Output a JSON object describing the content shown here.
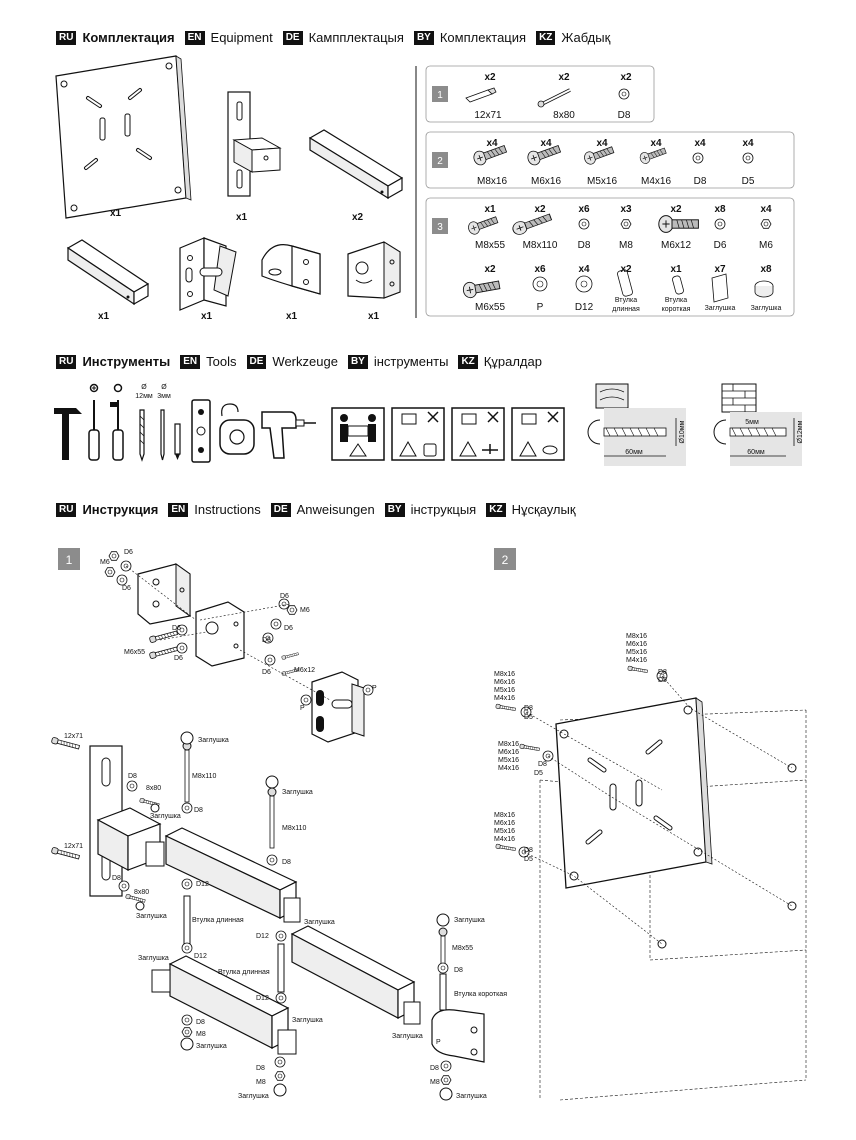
{
  "headers": {
    "equipment": [
      {
        "tag": "RU",
        "text": "Комплектация",
        "bold": true
      },
      {
        "tag": "EN",
        "text": "Equipment"
      },
      {
        "tag": "DE",
        "text": "Кампплектацыя"
      },
      {
        "tag": "BY",
        "text": "Комплектация"
      },
      {
        "tag": "KZ",
        "text": "Жабдық"
      }
    ],
    "tools": [
      {
        "tag": "RU",
        "text": "Инструменты",
        "bold": true
      },
      {
        "tag": "EN",
        "text": "Tools"
      },
      {
        "tag": "DE",
        "text": "Werkzeuge"
      },
      {
        "tag": "BY",
        "text": "інструменты"
      },
      {
        "tag": "KZ",
        "text": "Құралдар"
      }
    ],
    "instructions": [
      {
        "tag": "RU",
        "text": "Инструкция",
        "bold": true
      },
      {
        "tag": "EN",
        "text": "Instructions"
      },
      {
        "tag": "DE",
        "text": "Anweisungen"
      },
      {
        "tag": "BY",
        "text": "інструкцыя"
      },
      {
        "tag": "KZ",
        "text": "Нұсқаулық"
      }
    ]
  },
  "parts": {
    "plate_qty": "x1",
    "arm_bracket_qty": "x1",
    "long_tube_qty": "x2",
    "short_tube_qty": "x1",
    "bracket_a_qty": "x1",
    "bracket_b_qty": "x1",
    "bracket_c_qty": "x1"
  },
  "kits": {
    "k1": {
      "num": "1",
      "qty": [
        "x2",
        "x2",
        "x2"
      ],
      "names": [
        "12x71",
        "8x80",
        "D8"
      ]
    },
    "k2": {
      "num": "2",
      "qty": [
        "x4",
        "x4",
        "x4",
        "x4",
        "x4",
        "x4"
      ],
      "names": [
        "M8x16",
        "M6x16",
        "M5x16",
        "M4x16",
        "D8",
        "D5"
      ]
    },
    "k3a": {
      "num": "3",
      "qty": [
        "x1",
        "x2",
        "x6",
        "x3",
        "x2",
        "x8",
        "x4"
      ],
      "names": [
        "M8x55",
        "M8x110",
        "D8",
        "M8",
        "M6x12",
        "D6",
        "M6"
      ]
    },
    "k3b": {
      "qty": [
        "x2",
        "x6",
        "x4",
        "x2",
        "x1",
        "x7",
        "x8"
      ],
      "names": [
        "M6x55",
        "P",
        "D12",
        "Втулка",
        "Втулка",
        "Заглушка",
        "Заглушка"
      ],
      "names2": [
        "",
        "",
        "",
        "длинная",
        "короткая",
        "",
        ""
      ]
    }
  },
  "tools_row": {
    "drill_sizes": [
      "Ø",
      "Ø"
    ],
    "drill_mm": [
      "12мм",
      "3мм"
    ],
    "wood_dims": [
      "60мм",
      "Ø10мм"
    ],
    "brick_dims": [
      "5мм",
      "60мм",
      "Ø12мм"
    ]
  },
  "step1": {
    "num": "1",
    "labels": {
      "d6": "D6",
      "m6": "M6",
      "m6x55": "M6x55",
      "m6x12": "M6x12",
      "p": "P",
      "s12x71": "12x71",
      "d8": "D8",
      "s8x80": "8x80",
      "plug": "Заглушка",
      "m8x110": "M8x110",
      "d12": "D12",
      "long_sleeve": "Втулка длинная",
      "m8": "M8",
      "m8x55": "M8x55",
      "short_sleeve": "Втулка короткая"
    }
  },
  "step2": {
    "num": "2",
    "screws": [
      "M8x16",
      "M6x16",
      "M5x16",
      "M4x16"
    ],
    "washers": [
      "D8",
      "D5"
    ]
  }
}
